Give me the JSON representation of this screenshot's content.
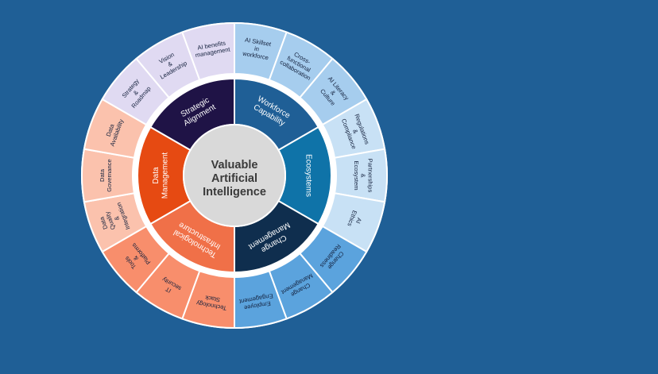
{
  "center": {
    "lines": [
      "Valuable",
      "Artificial",
      "Intelligence"
    ]
  },
  "pillars": [
    {
      "key": "workforce",
      "label": [
        "Workforce",
        "Capability"
      ],
      "color": "#1f5f96",
      "outer_color": "#a6cdee",
      "items": [
        {
          "label": [
            "AI Skillset",
            "in",
            "workforce"
          ]
        },
        {
          "label": [
            "Cross-",
            "functional",
            "collaboration"
          ]
        },
        {
          "label": [
            "AI Literacy",
            "&",
            "Culture"
          ]
        }
      ]
    },
    {
      "key": "ecosystems",
      "label": [
        "Ecosystems"
      ],
      "color": "#0f73a8",
      "outer_color": "#c8e1f5",
      "items": [
        {
          "label": [
            "Regulations",
            "&",
            "Compliance"
          ]
        },
        {
          "label": [
            "Partnerships",
            "&",
            "Ecosystem"
          ]
        },
        {
          "label": [
            "AI",
            "Ethics"
          ]
        }
      ]
    },
    {
      "key": "change",
      "label": [
        "Change",
        "Management"
      ],
      "color": "#0f2e4e",
      "outer_color": "#5ba3dd",
      "items": [
        {
          "label": [
            "Change",
            "Readiness"
          ]
        },
        {
          "label": [
            "Change",
            "Management"
          ]
        },
        {
          "label": [
            "Employee",
            "Engagement"
          ]
        }
      ]
    },
    {
      "key": "technology",
      "label": [
        "Technological",
        "Infrastructure"
      ],
      "color": "#f07048",
      "outer_color": "#f88e6c",
      "items": [
        {
          "label": [
            "Technology",
            "Stack"
          ]
        },
        {
          "label": [
            "IT",
            "security"
          ]
        },
        {
          "label": [
            "Tools",
            "&",
            "Platforms"
          ]
        }
      ]
    },
    {
      "key": "data",
      "label": [
        "Data",
        "Management"
      ],
      "color": "#e64a12",
      "outer_color": "#fbc2ad",
      "items": [
        {
          "label": [
            "Data",
            "Quality",
            "&",
            "Integration"
          ]
        },
        {
          "label": [
            "Data",
            "Governance"
          ]
        },
        {
          "label": [
            "Data",
            "Availability"
          ]
        }
      ]
    },
    {
      "key": "strategy",
      "label": [
        "Strategic",
        "Alignment"
      ],
      "color": "#1f1346",
      "outer_color": "#e0daf2",
      "items": [
        {
          "label": [
            "Strategy",
            "&",
            "Roadmap"
          ]
        },
        {
          "label": [
            "Vision",
            "&",
            "Leadership"
          ]
        },
        {
          "label": [
            "AI benefits",
            "management"
          ]
        }
      ]
    }
  ],
  "colors": {
    "background": "#1f5f96",
    "center_fill": "#d9d9d9",
    "center_text": "#3a3a3a",
    "ring_background": "#ffffff",
    "outer_text": "#14213d",
    "inner_text": "#ffffff"
  }
}
